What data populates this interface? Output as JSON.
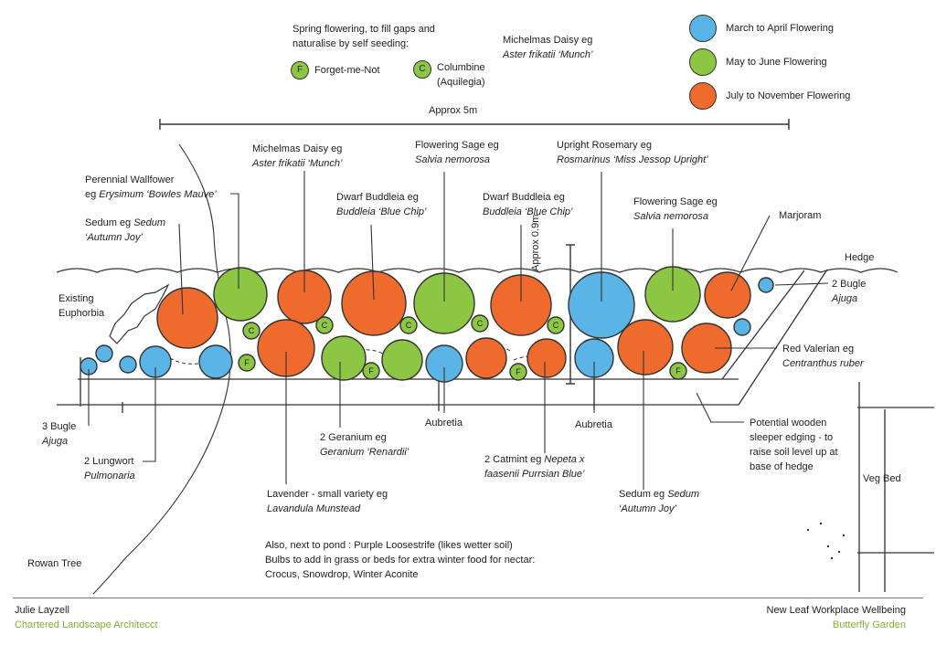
{
  "colors": {
    "march_april": "#5bb4e6",
    "may_june": "#8cc642",
    "july_november": "#ee6a2d",
    "ink": "#333333",
    "accent_text": "#7cb52e"
  },
  "legend": {
    "items": [
      {
        "label": "March to April Flowering",
        "color": "#5bb4e6"
      },
      {
        "label": "May to June Flowering",
        "color": "#8cc642"
      },
      {
        "label": "July to November Flowering",
        "color": "#ee6a2d"
      }
    ]
  },
  "spring_note": {
    "line1": "Spring flowering, to fill gaps and",
    "line2": "naturalise by self seeding:",
    "forget_me_not": {
      "letter": "F",
      "label": "Forget-me-Not"
    },
    "columbine": {
      "letter": "C",
      "label1": "Columbine",
      "label2": "(Aquilegia)"
    }
  },
  "top_daisy": {
    "line1": "Michelmas Daisy eg",
    "line2": "Aster frikatii ‘Munch’"
  },
  "dimensions": {
    "width": "Approx 5m",
    "depth": "Approx 0.9m"
  },
  "labels": {
    "wallflower": {
      "line1": "Perennial Wallfower",
      "line2_prefix": "eg ",
      "line2_italic": "Erysimum ‘Bowles Mauve’"
    },
    "sedum_left": {
      "line1_prefix": "Sedum eg ",
      "line1_italic": "Sedum",
      "line2": "‘Autumn Joy’"
    },
    "euphorbia": {
      "line1": "Existing",
      "line2": "Euphorbia"
    },
    "daisy_mid": {
      "line1": "Michelmas Daisy eg",
      "line2": "Aster  frikatii ‘Munch’"
    },
    "sage_mid": {
      "line1": "Flowering Sage eg",
      "line2": "Salvia nemorosa"
    },
    "rosemary": {
      "line1": "Upright Rosemary eg",
      "line2": "Rosmarinus ‘Miss Jessop Upright’"
    },
    "buddleia_left": {
      "line1": "Dwarf Buddleia eg",
      "line2": "Buddleia ‘Blue Chip’"
    },
    "buddleia_right": {
      "line1": "Dwarf Buddleia eg",
      "line2": "Buddleia ‘Blue Chip’"
    },
    "sage_right": {
      "line1": "Flowering Sage eg",
      "line2": "Salvia nemorosa"
    },
    "marjoram": {
      "line1": "Marjoram"
    },
    "hedge": {
      "line1": "Hedge"
    },
    "bugle_right": {
      "line1": "2 Bugle",
      "line2": "Ajuga"
    },
    "red_valerian": {
      "line1": "Red Valerian eg",
      "line2": "Centranthus ruber"
    },
    "bugle_left": {
      "line1": "3 Bugle",
      "line2": "Ajuga"
    },
    "lungwort": {
      "line1": "2 Lungwort",
      "line2": "Pulmonaria"
    },
    "aubretia_left": {
      "line1": "Aubretia"
    },
    "aubretia_right": {
      "line1": "Aubretia"
    },
    "geranium": {
      "line1": "2 Geranium eg",
      "line2": "Geranium ‘Renardii’"
    },
    "catmint": {
      "line1_prefix": "2 Catmint eg ",
      "line1_italic": "Nepeta x",
      "line2": "faasenii Purrsian Blue’"
    },
    "lavender": {
      "line1": "Lavender - small variety eg",
      "line2": "Lavandula Munstead"
    },
    "sedum_right": {
      "line1_prefix": "Sedum eg ",
      "line1_italic": "Sedum",
      "line2": "‘Autumn Joy’"
    },
    "sleeper": {
      "line1": "Potential wooden",
      "line2": "sleeper edging - to",
      "line3": "raise soil level up at",
      "line4": "base of hedge"
    },
    "veg_bed": {
      "line1": "Veg Bed"
    },
    "rowan": {
      "line1": "Rowan Tree"
    }
  },
  "notes": {
    "line1": "Also, next to pond : Purple Loosestrife (likes wetter soil)",
    "line2": "Bulbs to add in grass or beds for extra winter food for nectar:",
    "line3": "Crocus, Snowdrop, Winter Aconite"
  },
  "footer": {
    "author": "Julie Layzell",
    "author_title": "Chartered Landscape Architecct",
    "client": "New Leaf Workplace Wellbeing",
    "project": "Butterfly Garden"
  }
}
